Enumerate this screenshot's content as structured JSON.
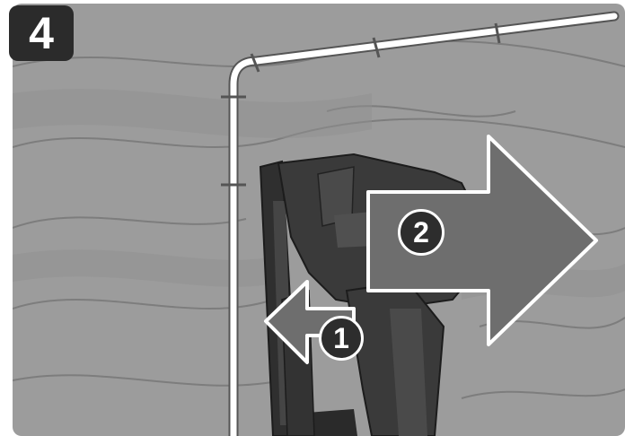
{
  "step": {
    "number": "4"
  },
  "arrows": [
    {
      "id": "arrow-1",
      "label": "1",
      "direction": "left"
    },
    {
      "id": "arrow-2",
      "label": "2",
      "direction": "right"
    }
  ],
  "colors": {
    "background_texture": "#9c9c9c",
    "tool_body": "#3a3a3a",
    "arrow_fill": "#6e6e6e",
    "badge": "#2b2b2b",
    "cable": "#ffffff"
  },
  "icons": [
    "nailer-tool-icon",
    "cable-icon",
    "arrow-left-icon",
    "arrow-right-icon"
  ]
}
